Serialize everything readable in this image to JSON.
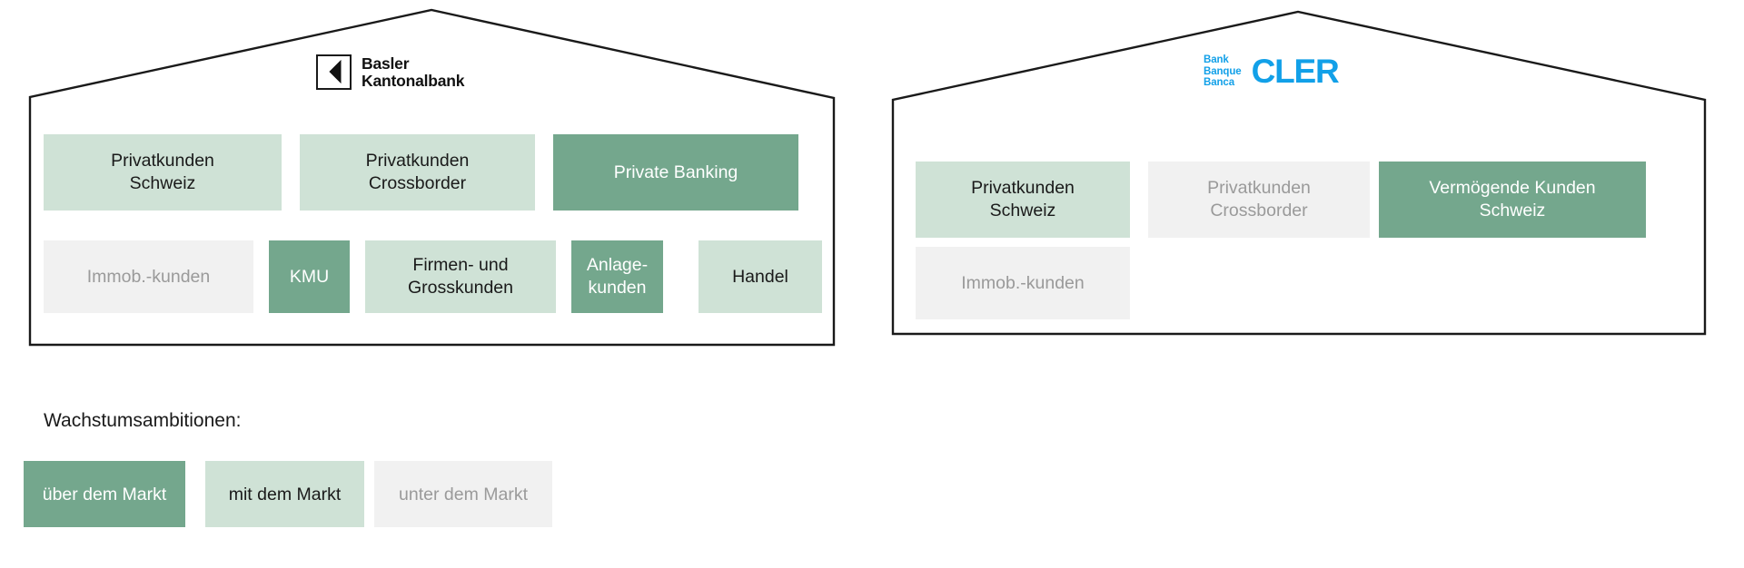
{
  "palette": {
    "outline": "#1a1a1a",
    "tone_over_market": "#74a78d",
    "tone_with_market": "#cfe2d6",
    "tone_under_market": "#f1f1f1",
    "tone_over_market_text": "#ffffff",
    "tone_with_market_text": "#1a1a1a",
    "tone_under_market_text": "#9a9a9a",
    "cler_blue": "#12a0e8",
    "background": "#ffffff"
  },
  "houses": [
    {
      "id": "basler-kantonalbank",
      "logo": {
        "kind": "basler-kantonalbank-logo",
        "mark": "bkb-chevron-mark",
        "line1": "Basler",
        "line2": "Kantonalbank"
      },
      "rows": [
        {
          "id": "bkb-row-1",
          "boxes": [
            {
              "label": "Privatkunden\nSchweiz",
              "label_line1": "Privatkunden",
              "label_line2": "Schweiz",
              "tone": "with"
            },
            {
              "label": "Privatkunden\nCrossborder",
              "label_line1": "Privatkunden",
              "label_line2": "Crossborder",
              "tone": "with"
            },
            {
              "label": "Private Banking",
              "label_line1": "Private Banking",
              "label_line2": "",
              "tone": "over"
            }
          ]
        },
        {
          "id": "bkb-row-2",
          "boxes": [
            {
              "label": "Immob.-kunden",
              "label_line1": "Immob.-kunden",
              "label_line2": "",
              "tone": "under"
            },
            {
              "label": "KMU",
              "label_line1": "KMU",
              "label_line2": "",
              "tone": "over"
            },
            {
              "label": "Firmen- und\nGrosskunden",
              "label_line1": "Firmen- und",
              "label_line2": "Grosskunden",
              "tone": "with"
            },
            {
              "label": "Anlage-\nkunden",
              "label_line1": "Anlage-",
              "label_line2": "kunden",
              "tone": "over"
            },
            {
              "label": "Handel",
              "label_line1": "Handel",
              "label_line2": "",
              "tone": "with"
            }
          ]
        }
      ]
    },
    {
      "id": "bank-cler",
      "logo": {
        "kind": "bank-cler-logo",
        "small_line1": "Bank",
        "small_line2": "Banque",
        "small_line3": "Banca",
        "wordmark": "CLER"
      },
      "rows": [
        {
          "id": "cler-row-1",
          "boxes": [
            {
              "label": "Privatkunden\nSchweiz",
              "label_line1": "Privatkunden",
              "label_line2": "Schweiz",
              "tone": "with"
            },
            {
              "label": "Privatkunden\nCrossborder",
              "label_line1": "Privatkunden",
              "label_line2": "Crossborder",
              "tone": "under"
            },
            {
              "label": "Vermögende Kunden\nSchweiz",
              "label_line1": "Vermögende Kunden",
              "label_line2": "Schweiz",
              "tone": "over"
            }
          ]
        },
        {
          "id": "cler-row-2",
          "boxes": [
            {
              "label": "Immob.-kunden",
              "label_line1": "Immob.-kunden",
              "label_line2": "",
              "tone": "under"
            }
          ]
        }
      ]
    }
  ],
  "legend": {
    "title": "Wachstumsambitionen:",
    "items": [
      {
        "label": "über dem Markt",
        "tone": "over"
      },
      {
        "label": "mit dem Markt",
        "tone": "with"
      },
      {
        "label": "unter dem Markt",
        "tone": "under"
      }
    ]
  }
}
